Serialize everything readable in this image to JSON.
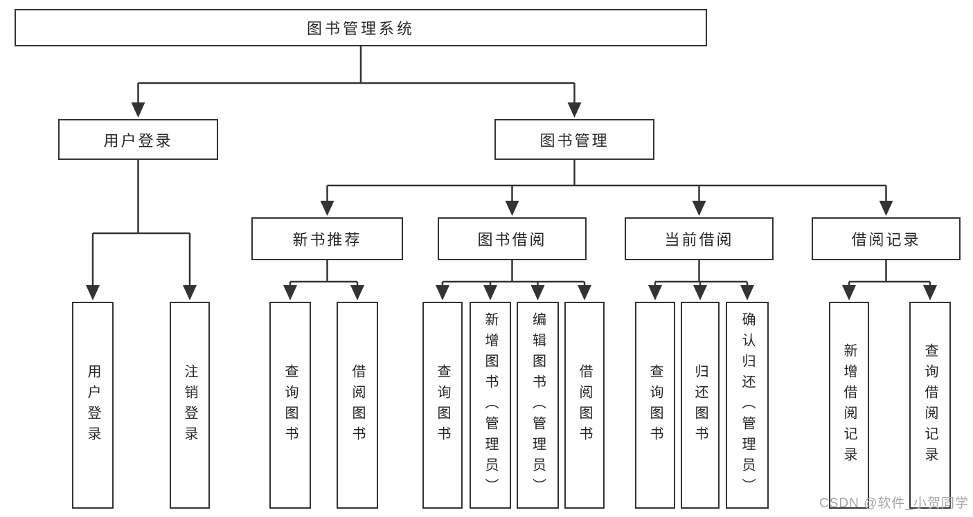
{
  "nodes": {
    "root": "图书管理系统",
    "level2": [
      {
        "label": "用户登录"
      },
      {
        "label": "图书管理"
      }
    ],
    "login_leaves": [
      "用户登录",
      "注销登录"
    ],
    "groups": [
      {
        "label": "新书推荐",
        "leaves": [
          "查询图书",
          "借阅图书"
        ]
      },
      {
        "label": "图书借阅",
        "leaves": [
          "查询图书",
          "新增图书（管理员）",
          "编辑图书（管理员）",
          "借阅图书"
        ]
      },
      {
        "label": "当前借阅",
        "leaves": [
          "查询图书",
          "归还图书",
          "确认归还（管理员）"
        ]
      },
      {
        "label": "借阅记录",
        "leaves": [
          "新增借阅记录",
          "查询借阅记录"
        ]
      }
    ]
  },
  "watermark": "CSDN @软件_小贺同学",
  "colors": {
    "line": "#333333",
    "text": "#262626",
    "watermark": "#a6a6a6"
  }
}
